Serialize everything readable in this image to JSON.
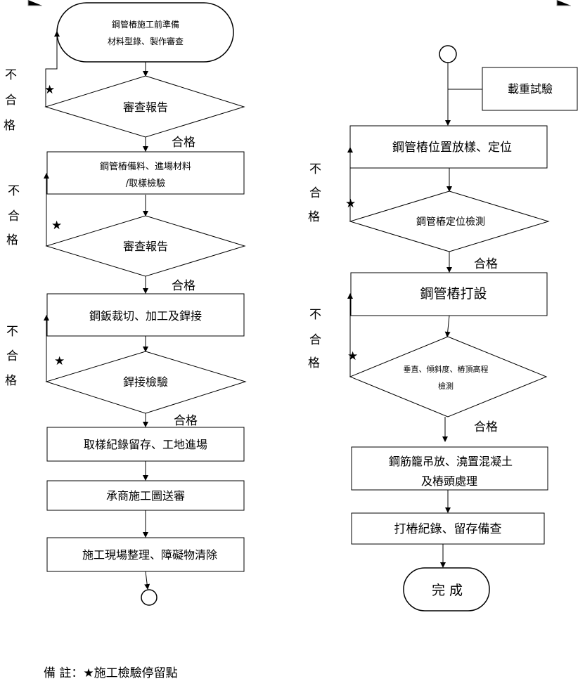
{
  "left": {
    "start": [
      "鋼管樁施工前準備",
      "材料型錄、製作審查"
    ],
    "review1": "審查報告",
    "pass1": "合格",
    "prep": [
      "鋼管樁備料、進場材料",
      "/取樣檢驗"
    ],
    "review2": "審查報告",
    "pass2": "合格",
    "cut": "鋼鈑裁切、加工及銲接",
    "weld_check": "銲接檢驗",
    "pass3": "合格",
    "sample": "取樣紀錄留存、工地進場",
    "submit": "承商施工圖送審",
    "cleanup": "施工現場整理、障礙物清除",
    "fail": [
      "不",
      "合",
      "格"
    ]
  },
  "right": {
    "load_test": "載重試驗",
    "position": "鋼管樁位置放樣、定位",
    "position_check": "鋼管樁定位檢測",
    "pass1": "合格",
    "drive": "鋼管樁打設",
    "vertical_check": [
      "垂直、傾斜度、樁頂高程",
      "檢測"
    ],
    "pass2": "合格",
    "rebar": [
      "鋼筋籠吊放、澆置混凝土",
      "及樁頭處理"
    ],
    "record": "打樁紀錄、留存備查",
    "end": "完 成",
    "fail": [
      "不",
      "合",
      "格"
    ]
  },
  "mark": "★",
  "footnote": "備 註：★施工檢驗停留點"
}
